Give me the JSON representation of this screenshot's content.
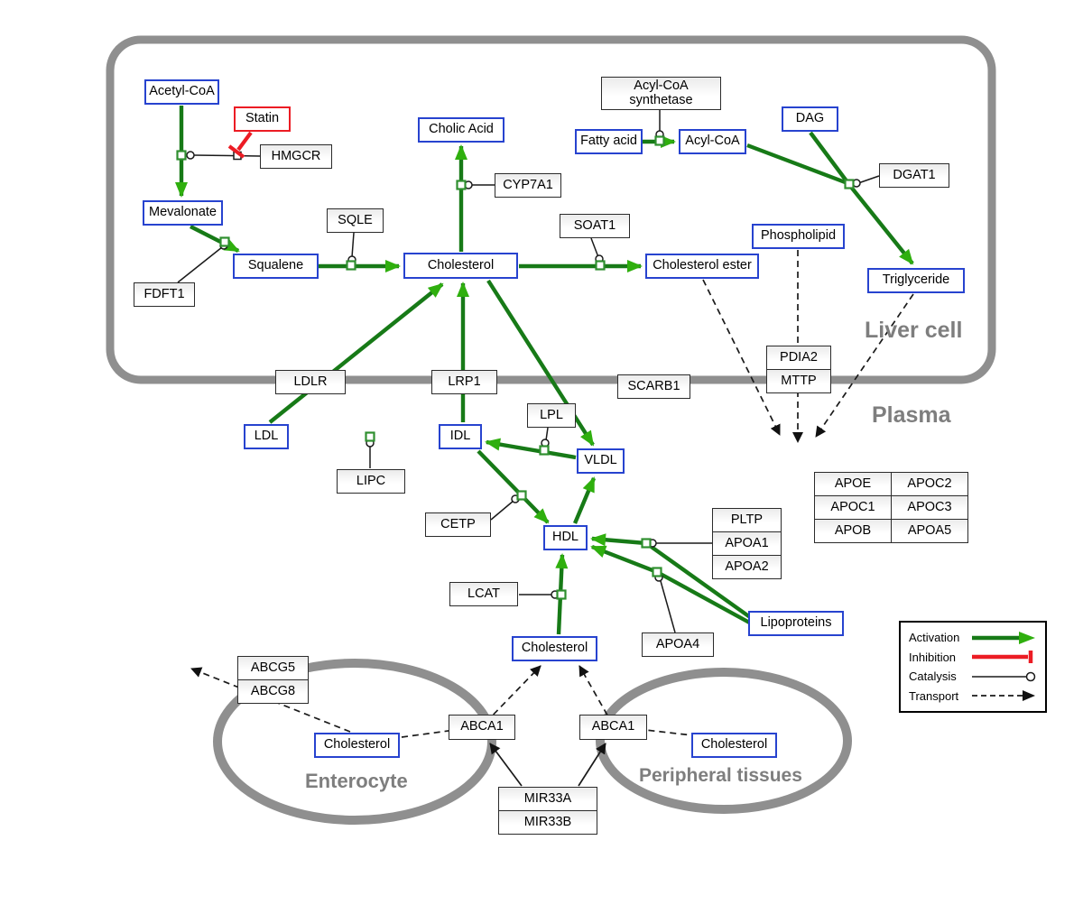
{
  "regions": {
    "liver": "Liver cell",
    "plasma": "Plasma",
    "enterocyte": "Enterocyte",
    "peripheral": "Peripheral tissues"
  },
  "metabolites": {
    "acetyl_coa": "Acetyl-CoA",
    "mevalonate": "Mevalonate",
    "squalene": "Squalene",
    "cholesterol_liver": "Cholesterol",
    "cholic_acid": "Cholic Acid",
    "fatty_acid": "Fatty acid",
    "acyl_coa": "Acyl-CoA",
    "dag": "DAG",
    "phospholipid": "Phospholipid",
    "cholesterol_ester": "Cholesterol ester",
    "triglyceride": "Triglyceride",
    "ldl": "LDL",
    "idl": "IDL",
    "vldl": "VLDL",
    "hdl": "HDL",
    "cholesterol_plasma": "Cholesterol",
    "lipoproteins": "Lipoproteins",
    "cholesterol_enterocyte": "Cholesterol",
    "cholesterol_peripheral": "Cholesterol"
  },
  "enzymes": {
    "statin": "Statin",
    "hmgcr": "HMGCR",
    "fdft1": "FDFT1",
    "sqle": "SQLE",
    "cyp7a1": "CYP7A1",
    "soat1": "SOAT1",
    "acyl_coa_synthetase": "Acyl-CoA synthetase",
    "dgat1": "DGAT1",
    "ldlr": "LDLR",
    "lrp1": "LRP1",
    "scarb1": "SCARB1",
    "pdia2": "PDIA2",
    "mttp": "MTTP",
    "lipc": "LIPC",
    "lpl": "LPL",
    "cetp": "CETP",
    "lcat": "LCAT",
    "pltp": "PLTP",
    "apoa1": "APOA1",
    "apoa2": "APOA2",
    "apoa4": "APOA4",
    "apoe": "APOE",
    "apoc2": "APOC2",
    "apoc1": "APOC1",
    "apoc3": "APOC3",
    "apob": "APOB",
    "apoa5": "APOA5",
    "abcg5": "ABCG5",
    "abcg8": "ABCG8",
    "abca1_left": "ABCA1",
    "abca1_right": "ABCA1",
    "mir33a": "MIR33A",
    "mir33b": "MIR33B"
  },
  "legend": {
    "activation": "Activation",
    "inhibition": "Inhibition",
    "catalysis": "Catalysis",
    "transport": "Transport"
  },
  "colors": {
    "metabolite_border": "#2743cf",
    "inhibitor_border": "#ec1c24",
    "activation_green": "#177a17",
    "arrowhead_green": "#2faf0e",
    "inhibition_red": "#ec1c24",
    "membrane_gray": "#8f8f8f",
    "region_label_gray": "#7e7e7e"
  }
}
